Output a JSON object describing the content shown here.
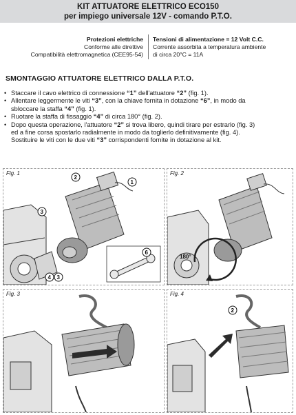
{
  "header": {
    "title": "KIT ATTUATORE ELETTRICO ECO150",
    "subtitle": "per impiego universale 12V - comando P.T.O."
  },
  "spec_left": {
    "heading": "Protezioni elettriche",
    "line1": "Conforme alle direttive",
    "line2": "Compatibilità elettromagnetica (CEE95-54)"
  },
  "spec_right": {
    "heading": "Tensioni di alimentazione = 12 Volt C.C.",
    "line1": "Corrente assorbita a temperatura ambiente",
    "line2": "di circa 20°C = 11A"
  },
  "section_title": "SMONTAGGIO ATTUATORE ELETTRICO DALLA P.T.O.",
  "bullets": [
    {
      "l1": [
        "Staccare il cavo elettrico di connessione ",
        "“1”",
        " dell'attuatore ",
        "“2”",
        " (fig. 1)."
      ]
    },
    {
      "l1": [
        "Allentare leggermente le viti ",
        "“3”",
        ", con la chiave fornita in dotazione ",
        "“6”",
        ", in modo da"
      ],
      "l2": [
        "sbloccare la staffa ",
        "“4”",
        " (fig. 1)."
      ]
    },
    {
      "l1": [
        "Ruotare la staffa di fissaggio ",
        "“4”",
        " di circa 180° (fig. 2)."
      ]
    },
    {
      "l1": [
        "Dopo questa operazione, l'attuatore ",
        "“2”",
        " si trova libero, quindi tirare per estrarlo (fig. 3)"
      ],
      "l2": [
        "ed a fine corsa spostarlo radialmente in modo da toglierlo definitivamente (fig. 4)."
      ],
      "l3": [
        "Sostituire le viti con le due viti ",
        "“3”",
        " corrispondenti fornite in dotazione al kit."
      ]
    }
  ],
  "figures": {
    "fig1": {
      "label": "Fig. 1",
      "callouts": [
        "2",
        "1",
        "3",
        "4",
        "3",
        "6"
      ]
    },
    "fig2": {
      "label": "Fig. 2",
      "callouts": [
        "180°"
      ]
    },
    "fig3": {
      "label": "Fig. 3"
    },
    "fig4": {
      "label": "Fig. 4",
      "callouts": [
        "2"
      ]
    }
  },
  "colors": {
    "header_bg": "#d9dadc",
    "text": "#1a1a1a",
    "arrow_dark": "#2b2b2b",
    "border": "#9a9a9a"
  }
}
